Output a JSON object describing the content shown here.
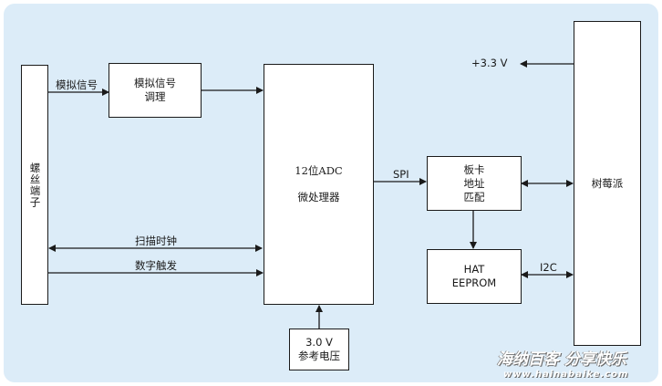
{
  "blocks": {
    "terminal": "螺丝端子",
    "conditioning": [
      "模拟信号",
      "调理"
    ],
    "mcu": [
      "12位ADC",
      "微处理器"
    ],
    "board_match": [
      "板卡",
      "地址",
      "匹配"
    ],
    "hat_eeprom": [
      "HAT",
      "EEPROM"
    ],
    "raspberry_pi": "树莓派",
    "vref": [
      "3.0 V",
      "参考电压"
    ]
  },
  "signals": {
    "analog_signal": "模拟信号",
    "scan_clock": "扫描时钟",
    "digital_trigger": "数字触发",
    "spi": "SPI",
    "i2c": "I2C",
    "power": "+3.3 V"
  },
  "watermark": {
    "line1": "海纳百客 分享快乐",
    "line2": "www.hainabaike.com"
  }
}
